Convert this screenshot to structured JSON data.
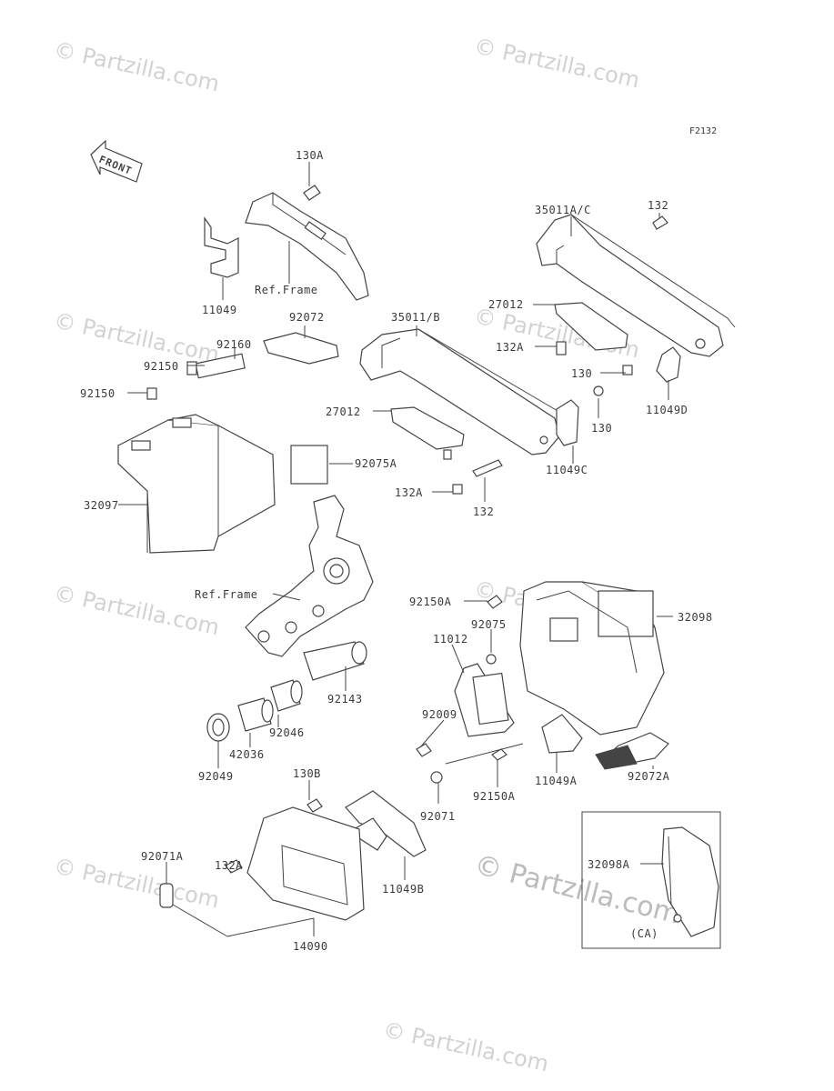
{
  "figure_code": "F2132",
  "front_label": "FRONT",
  "inset_note": "(CA)",
  "watermarks": [
    "© Partzilla.com",
    "© Partzilla.com",
    "© Partzilla.com",
    "© Partzilla.com",
    "© Partzilla.com",
    "© Partzilla.com",
    "© Partzilla.com",
    "© Partzilla.com",
    "© Partzilla.com"
  ],
  "callouts": [
    "130A",
    "11049",
    "Ref.Frame",
    "35011A/C",
    "132",
    "92072",
    "35011/B",
    "27012",
    "132A",
    "130",
    "130",
    "11049D",
    "92160",
    "92150",
    "92150",
    "27012",
    "11049C",
    "92075A",
    "132A",
    "132",
    "32097",
    "Ref.Frame",
    "92150A",
    "32098",
    "92075",
    "11012",
    "92143",
    "92009",
    "92046",
    "42036",
    "92049",
    "11049A",
    "92072A",
    "92150A",
    "92071",
    "130B",
    "92071A",
    "132A",
    "11049B",
    "32098A",
    "14090"
  ]
}
